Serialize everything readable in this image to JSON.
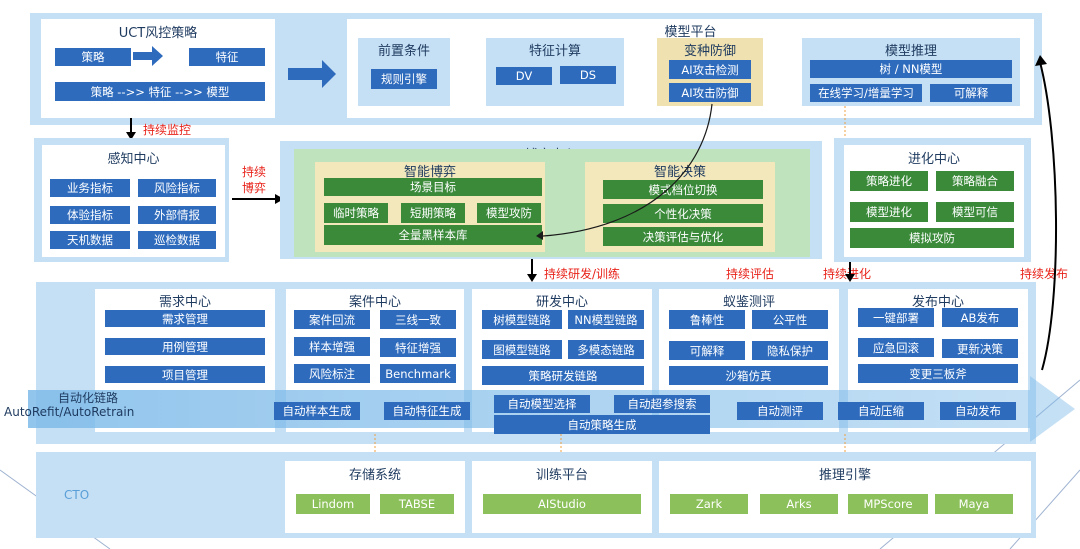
{
  "uct": {
    "title": "UCT风控策略",
    "strategy": "策略",
    "feature": "特征",
    "flow": "策略 -->> 特征 -->> 模型"
  },
  "model_platform": {
    "title": "模型平台",
    "pre": {
      "title": "前置条件",
      "item": "规则引擎"
    },
    "feat": {
      "title": "特征计算",
      "dv": "DV",
      "ds": "DS"
    },
    "defense": {
      "title": "变种防御",
      "detect": "AI攻击检测",
      "defend": "AI攻击防御"
    },
    "infer": {
      "title": "模型推理",
      "model": "树 / NN模型",
      "online": "在线学习/增量学习",
      "explain": "可解释"
    }
  },
  "labels": {
    "monitor": "持续监控",
    "game_1": "持续",
    "game_2": "博弈",
    "rd": "持续研发/训练",
    "eval": "持续评估",
    "evolve": "持续进化",
    "release": "持续发布"
  },
  "perception": {
    "title": "感知中心",
    "items": [
      "业务指标",
      "风险指标",
      "体验指标",
      "外部情报",
      "天机数据",
      "巡检数据"
    ]
  },
  "game_center": {
    "title": "博弈中心",
    "smart_game": {
      "title": "智能博弈",
      "scene": "场景目标",
      "temp": "临时策略",
      "short": "短期策略",
      "attack": "模型攻防",
      "sample": "全量黑样本库"
    },
    "smart_decision": {
      "title": "智能决策",
      "switch": "模式档位切换",
      "personal": "个性化决策",
      "eval": "决策评估与优化"
    }
  },
  "evolution": {
    "title": "进化中心",
    "items": [
      "策略进化",
      "策略融合",
      "模型进化",
      "模型可信"
    ],
    "sim": "模拟攻防"
  },
  "demand": {
    "title": "需求中心",
    "items": [
      "需求管理",
      "用例管理",
      "项目管理"
    ]
  },
  "case": {
    "title": "案件中心",
    "items": [
      "案件回流",
      "三线一致",
      "样本增强",
      "特征增强",
      "风险标注",
      "Benchmark"
    ]
  },
  "rd": {
    "title": "研发中心",
    "items": [
      "树模型链路",
      "NN模型链路",
      "图模型链路",
      "多模态链路"
    ],
    "strategy": "策略研发链路"
  },
  "eval_center": {
    "title": "蚁鉴测评",
    "items": [
      "鲁棒性",
      "公平性",
      "可解释",
      "隐私保护"
    ],
    "sandbox": "沙箱仿真"
  },
  "release": {
    "title": "发布中心",
    "items": [
      "一键部署",
      "AB发布",
      "应急回滚",
      "更新决策"
    ],
    "change": "变更三板斧"
  },
  "auto": {
    "title": "自动化链路",
    "sub": "AutoRefit/AutoRetrain",
    "items": [
      "自动样本生成",
      "自动特征生成",
      "自动模型选择",
      "自动超参搜索",
      "自动测评",
      "自动压缩",
      "自动发布"
    ],
    "strategy": "自动策略生成"
  },
  "cto": {
    "label": "CTO",
    "storage": {
      "title": "存储系统",
      "items": [
        "Lindom",
        "TABSE"
      ]
    },
    "training": {
      "title": "训练平台",
      "items": [
        "AIStudio"
      ]
    },
    "inference": {
      "title": "推理引擎",
      "items": [
        "Zark",
        "Arks",
        "MPScore",
        "Maya"
      ]
    }
  }
}
